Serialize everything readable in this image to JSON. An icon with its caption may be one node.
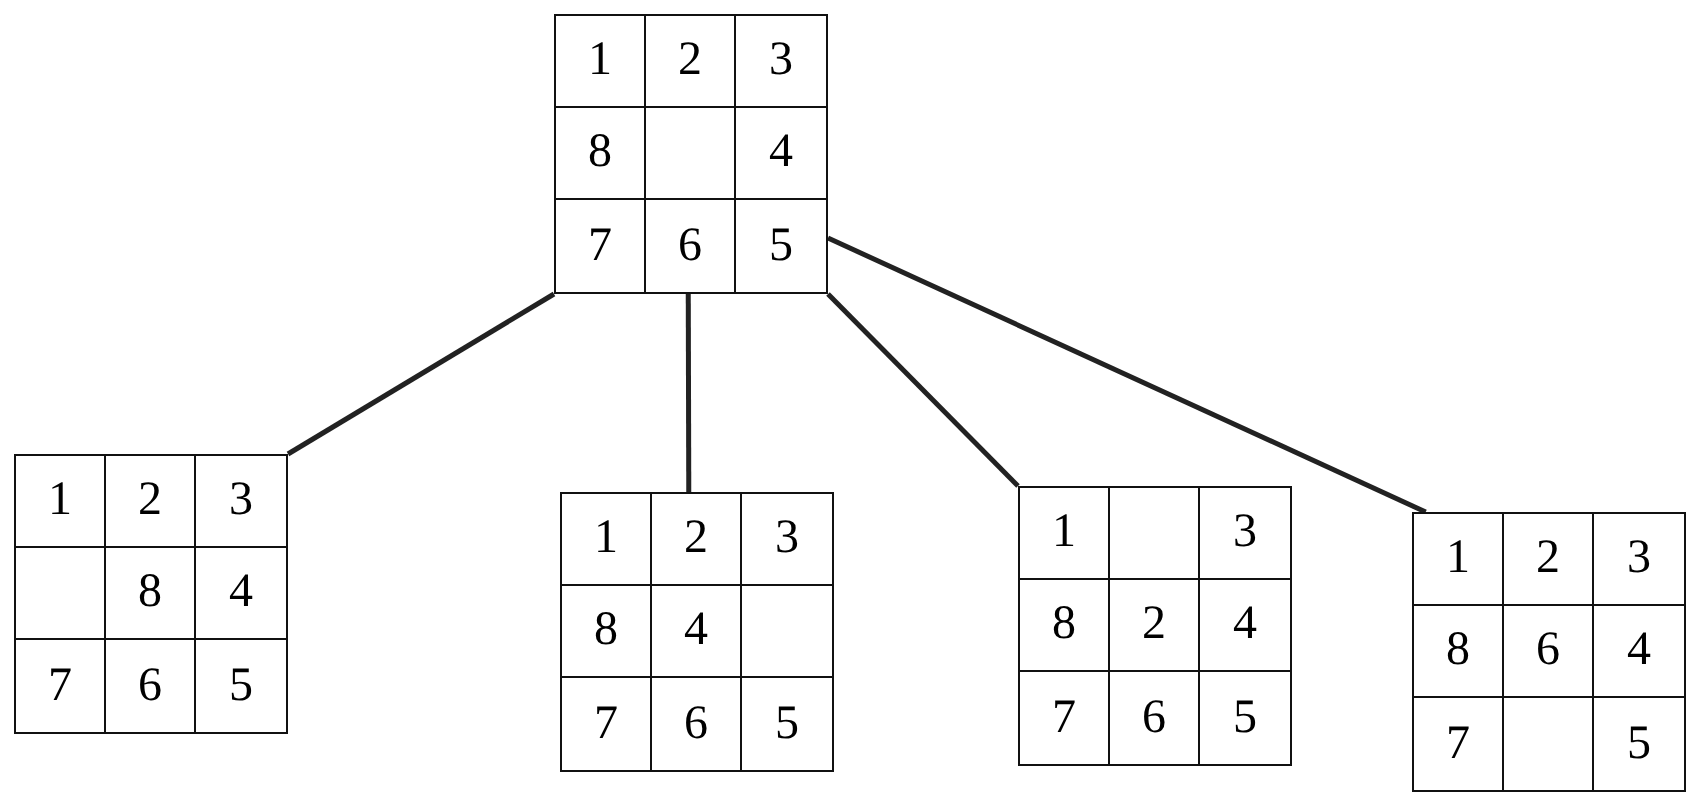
{
  "diagram": {
    "nodes": [
      {
        "text": [],
        "shape": "box"
      },
      {
        "text": [
          "1"
        ],
        "in": 0
      },
      {
        "text": [
          "2"
        ],
        "in": 0
      },
      {
        "text": [
          "3"
        ],
        "in": 0
      },
      {
        "text": [
          "8"
        ],
        "in": 0
      },
      {
        "text": [],
        "shape": "box",
        "in": 0
      },
      {
        "text": [
          "4"
        ],
        "in": 0
      },
      {
        "text": [
          "7"
        ],
        "in": 0
      },
      {
        "text": [
          "6"
        ],
        "in": 0
      },
      {
        "text": [
          "5"
        ],
        "in": 0
      },
      {
        "text": [],
        "shape": "box"
      },
      {
        "text": [
          "1"
        ],
        "in": 10
      },
      {
        "text": [
          "2"
        ],
        "in": 10
      },
      {
        "text": [
          "3"
        ],
        "in": 10
      },
      {
        "text": [],
        "shape": "box",
        "in": 10
      },
      {
        "text": [
          "8"
        ],
        "in": 10
      },
      {
        "text": [
          "4"
        ],
        "in": 10
      },
      {
        "text": [
          "7"
        ],
        "in": 10
      },
      {
        "text": [
          "6"
        ],
        "in": 10
      },
      {
        "text": [
          "5"
        ],
        "in": 10
      },
      {
        "text": [],
        "shape": "box"
      },
      {
        "text": [
          "1"
        ],
        "in": 20
      },
      {
        "text": [
          "2"
        ],
        "in": 20
      },
      {
        "text": [
          "3"
        ],
        "in": 20
      },
      {
        "text": [
          "8"
        ],
        "in": 20
      },
      {
        "text": [
          "4"
        ],
        "in": 20
      },
      {
        "text": [],
        "shape": "box",
        "in": 20
      },
      {
        "text": [
          "7"
        ],
        "in": 20
      },
      {
        "text": [
          "6"
        ],
        "in": 20
      },
      {
        "text": [
          "5"
        ],
        "in": 20
      },
      {
        "text": [],
        "shape": "box"
      },
      {
        "text": [
          "1"
        ],
        "in": 30
      },
      {
        "text": [],
        "shape": "box",
        "in": 30
      },
      {
        "text": [
          "3"
        ],
        "in": 30
      },
      {
        "text": [
          "8"
        ],
        "in": 30
      },
      {
        "text": [
          "2"
        ],
        "in": 30
      },
      {
        "text": [
          "4"
        ],
        "in": 30
      },
      {
        "text": [
          "7"
        ],
        "in": 30
      },
      {
        "text": [
          "6"
        ],
        "in": 30
      },
      {
        "text": [
          "5"
        ],
        "in": 30
      },
      {
        "text": [],
        "shape": "box"
      },
      {
        "text": [
          "1"
        ],
        "in": 40
      },
      {
        "text": [
          "2"
        ],
        "in": 40
      },
      {
        "text": [
          "3"
        ],
        "in": 40
      },
      {
        "text": [
          "8"
        ],
        "in": 40
      },
      {
        "text": [
          "6"
        ],
        "in": 40
      },
      {
        "text": [
          "4"
        ],
        "in": 40
      },
      {
        "text": [
          "7"
        ],
        "in": 40
      },
      {
        "text": [],
        "shape": "box",
        "in": 40
      },
      {
        "text": [
          "5"
        ],
        "in": 40
      }
    ],
    "edges": [
      {
        "from": 0,
        "to": 10,
        "arrow": "none"
      },
      {
        "from": 0,
        "to": 20,
        "arrow": "none"
      },
      {
        "from": 0,
        "to": 30,
        "arrow": "none"
      },
      {
        "from": 0,
        "to": 40,
        "arrow": "none"
      }
    ]
  }
}
